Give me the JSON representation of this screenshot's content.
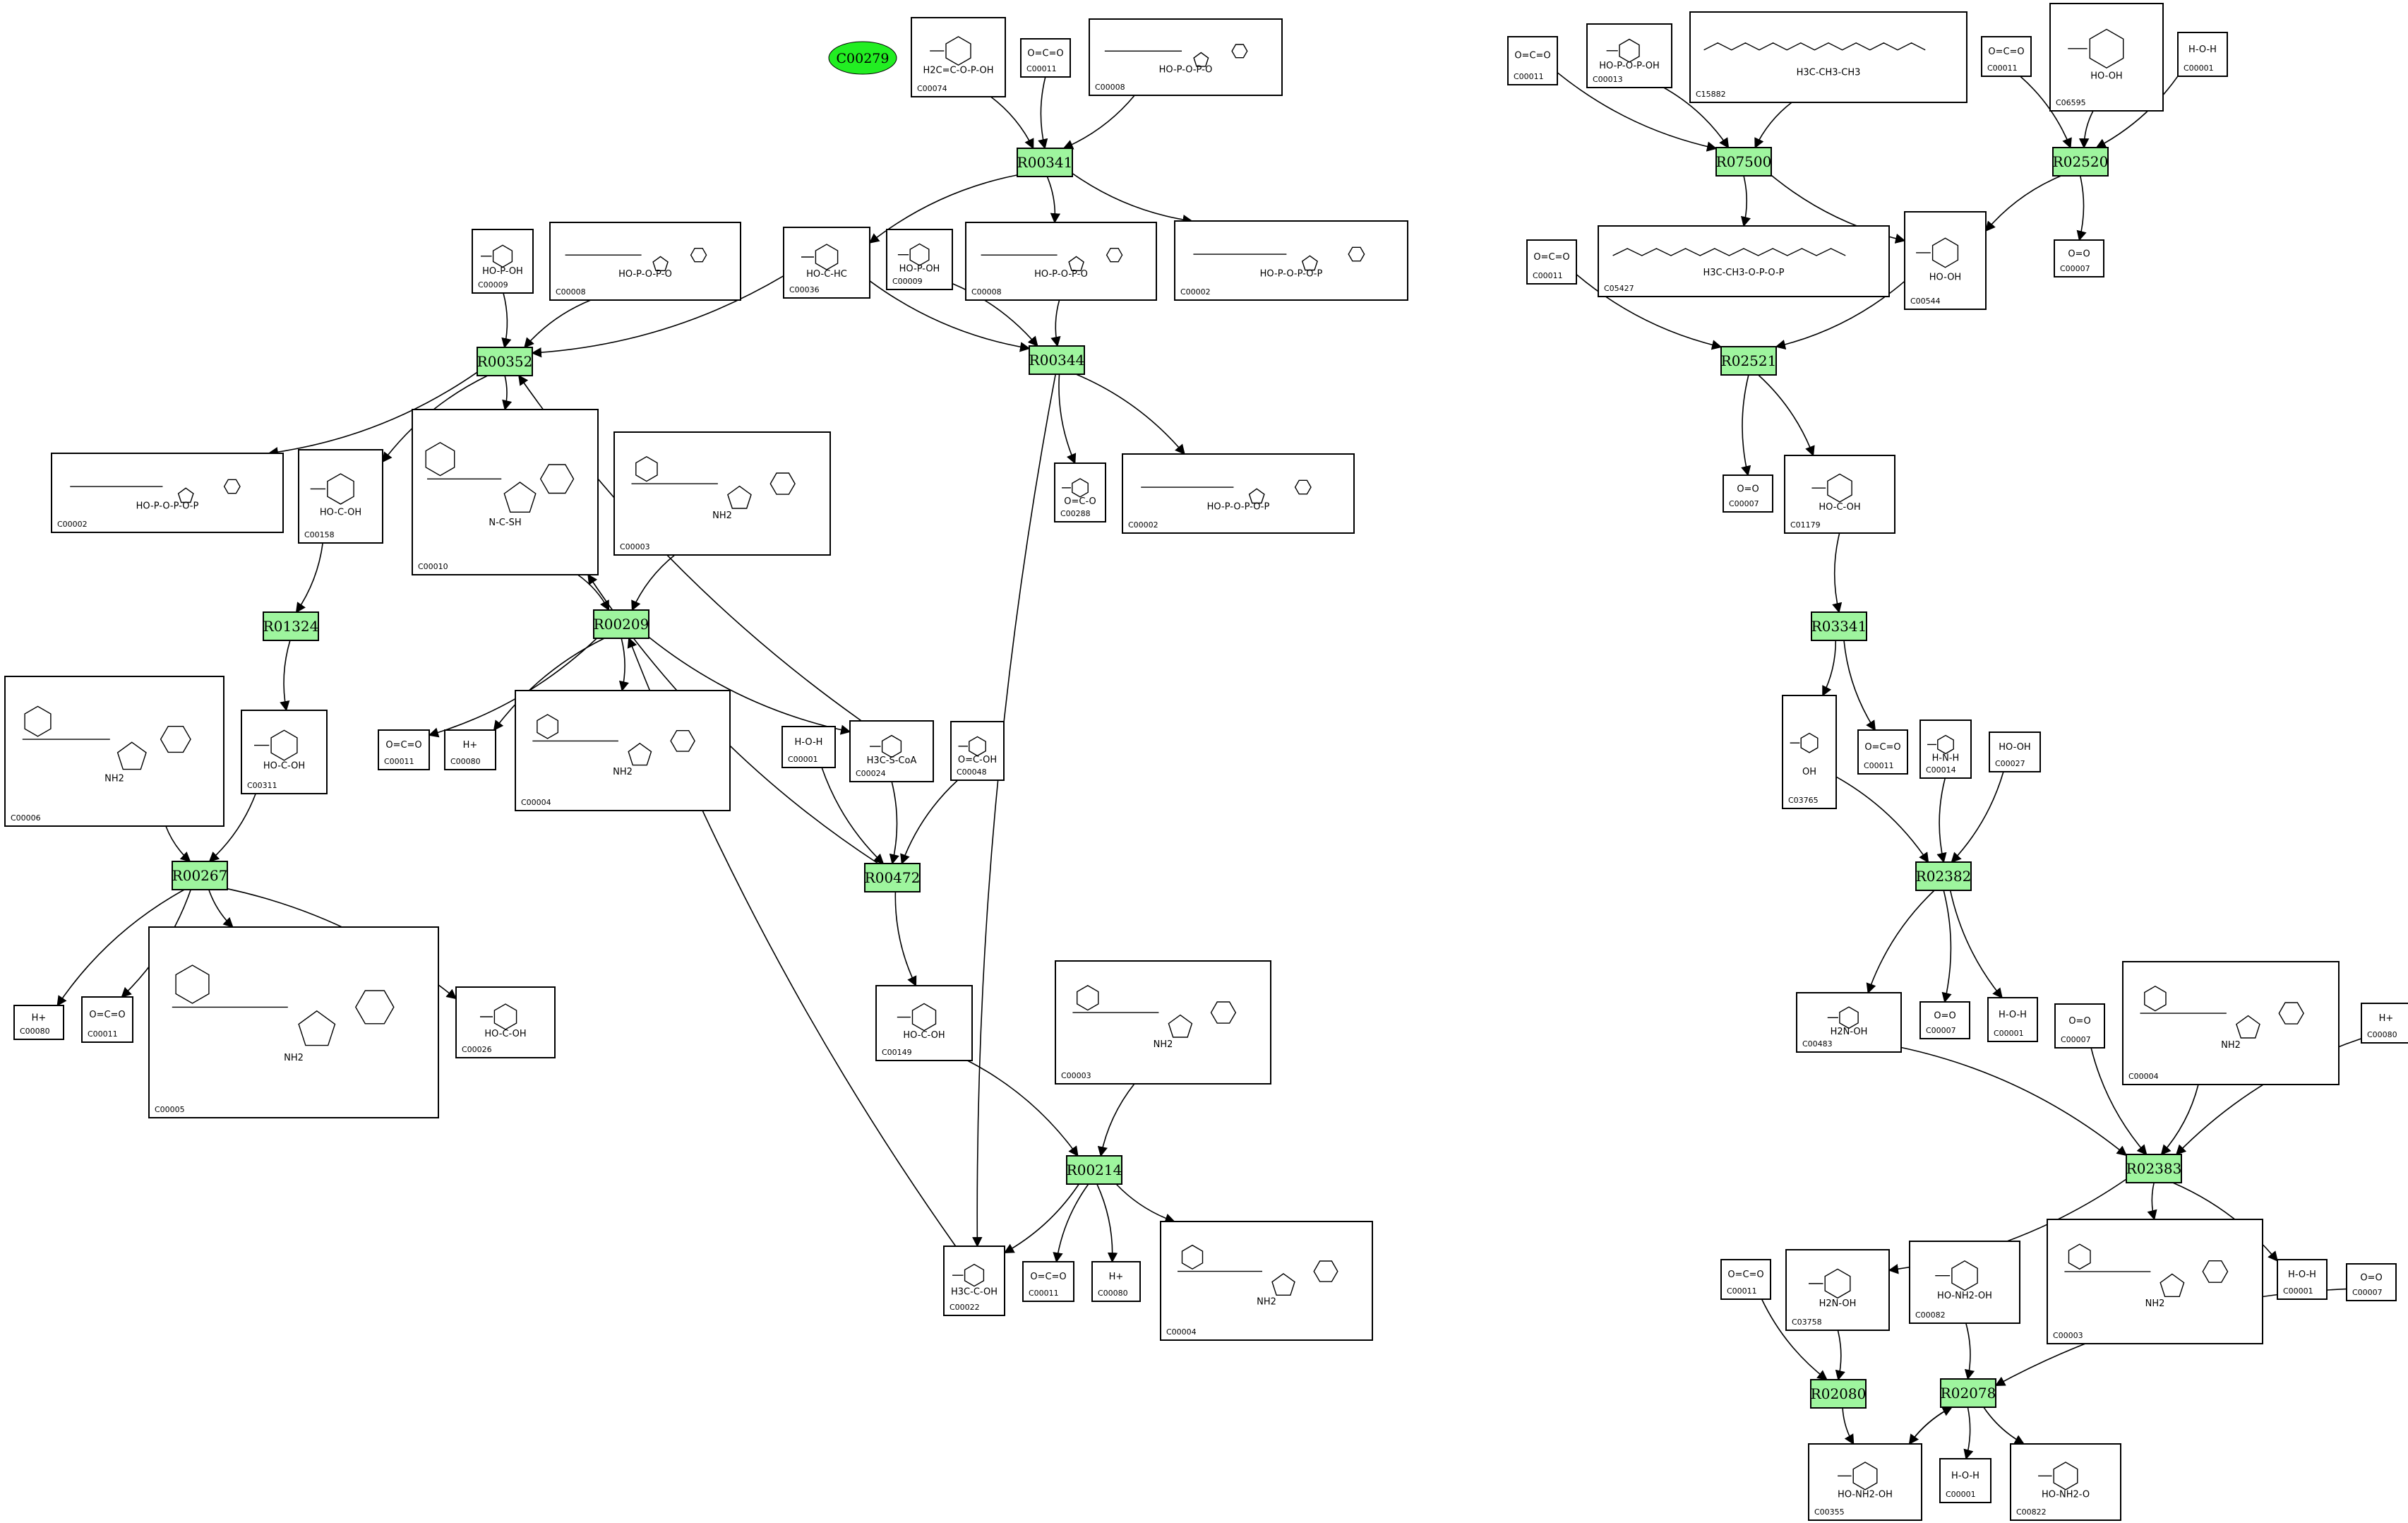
{
  "seed": {
    "id": "C00279"
  },
  "reactions": [
    {
      "key": "R00341",
      "label": "R00341"
    },
    {
      "key": "R00352",
      "label": "R00352"
    },
    {
      "key": "R00344",
      "label": "R00344"
    },
    {
      "key": "R01324",
      "label": "R01324"
    },
    {
      "key": "R00209",
      "label": "R00209"
    },
    {
      "key": "R00267",
      "label": "R00267"
    },
    {
      "key": "R00472",
      "label": "R00472"
    },
    {
      "key": "R00214",
      "label": "R00214"
    },
    {
      "key": "R07500",
      "label": "R07500"
    },
    {
      "key": "R02520",
      "label": "R02520"
    },
    {
      "key": "R02521",
      "label": "R02521"
    },
    {
      "key": "R03341",
      "label": "R03341"
    },
    {
      "key": "R02382",
      "label": "R02382"
    },
    {
      "key": "R02383",
      "label": "R02383"
    },
    {
      "key": "R02080",
      "label": "R02080"
    },
    {
      "key": "R02078",
      "label": "R02078"
    }
  ],
  "compounds": [
    {
      "key": "a74",
      "id": "C00074",
      "formula": "H2C=C-O-P-OH"
    },
    {
      "key": "a11",
      "id": "C00011",
      "formula": "O=C=O"
    },
    {
      "key": "a08",
      "id": "C00008",
      "formula": "HO-P-O-P-O"
    },
    {
      "key": "b09",
      "id": "C00009",
      "formula": "HO-P-OH"
    },
    {
      "key": "b08",
      "id": "C00008",
      "formula": "HO-P-O-P-O"
    },
    {
      "key": "b36",
      "id": "C00036",
      "formula": "HO-C-HC"
    },
    {
      "key": "c09",
      "id": "C00009",
      "formula": "HO-P-OH"
    },
    {
      "key": "c08",
      "id": "C00008",
      "formula": "HO-P-O-P-O"
    },
    {
      "key": "c02",
      "id": "C00002",
      "formula": "HO-P-O-P-O-P"
    },
    {
      "key": "d02",
      "id": "C00002",
      "formula": "HO-P-O-P-O-P"
    },
    {
      "key": "d158",
      "id": "C00158",
      "formula": "HO-C-OH"
    },
    {
      "key": "d10",
      "id": "C00010",
      "formula": "N-C-SH"
    },
    {
      "key": "d03",
      "id": "C00003",
      "formula": "NH2"
    },
    {
      "key": "d288",
      "id": "C00288",
      "formula": "O=C-O"
    },
    {
      "key": "d02b",
      "id": "C00002",
      "formula": "HO-P-O-P-O-P"
    },
    {
      "key": "e06",
      "id": "C00006",
      "formula": "NH2"
    },
    {
      "key": "e311",
      "id": "C00311",
      "formula": "HO-C-OH"
    },
    {
      "key": "e11",
      "id": "C00011",
      "formula": "O=C=O"
    },
    {
      "key": "e80",
      "id": "C00080",
      "formula": "H+"
    },
    {
      "key": "e04",
      "id": "C00004",
      "formula": "NH2"
    },
    {
      "key": "e01",
      "id": "C00001",
      "formula": "H-O-H"
    },
    {
      "key": "e24",
      "id": "C00024",
      "formula": "H3C-S-CoA"
    },
    {
      "key": "e48",
      "id": "C00048",
      "formula": "O=C-OH"
    },
    {
      "key": "f80",
      "id": "C00080",
      "formula": "H+"
    },
    {
      "key": "f11",
      "id": "C00011",
      "formula": "O=C=O"
    },
    {
      "key": "f05",
      "id": "C00005",
      "formula": "NH2"
    },
    {
      "key": "f26",
      "id": "C00026",
      "formula": "HO-C-OH"
    },
    {
      "key": "f149",
      "id": "C00149",
      "formula": "HO-C-OH"
    },
    {
      "key": "f03",
      "id": "C00003",
      "formula": "NH2"
    },
    {
      "key": "g22",
      "id": "C00022",
      "formula": "H3C-C-OH"
    },
    {
      "key": "g11",
      "id": "C00011",
      "formula": "O=C=O"
    },
    {
      "key": "g80",
      "id": "C00080",
      "formula": "H+"
    },
    {
      "key": "g04",
      "id": "C00004",
      "formula": "NH2"
    },
    {
      "key": "h11",
      "id": "C00011",
      "formula": "O=C=O"
    },
    {
      "key": "h13",
      "id": "C00013",
      "formula": "HO-P-O-P-OH"
    },
    {
      "key": "h15882",
      "id": "C15882",
      "formula": "H3C-CH3-CH3"
    },
    {
      "key": "h11b",
      "id": "C00011",
      "formula": "O=C=O"
    },
    {
      "key": "h6595",
      "id": "C06595",
      "formula": "HO-OH"
    },
    {
      "key": "h01",
      "id": "C00001",
      "formula": "H-O-H"
    },
    {
      "key": "i11",
      "id": "C00011",
      "formula": "O=C=O"
    },
    {
      "key": "i5427",
      "id": "C05427",
      "formula": "H3C-CH3-O-P-O-P"
    },
    {
      "key": "i544",
      "id": "C00544",
      "formula": "HO-OH"
    },
    {
      "key": "i07",
      "id": "C00007",
      "formula": "O=O"
    },
    {
      "key": "j07",
      "id": "C00007",
      "formula": "O=O"
    },
    {
      "key": "j1179",
      "id": "C01179",
      "formula": "HO-C-OH"
    },
    {
      "key": "k3765",
      "id": "C03765",
      "formula": "OH"
    },
    {
      "key": "k11",
      "id": "C00011",
      "formula": "O=C=O"
    },
    {
      "key": "k14",
      "id": "C00014",
      "formula": "H-N-H"
    },
    {
      "key": "k27",
      "id": "C00027",
      "formula": "HO-OH"
    },
    {
      "key": "l483",
      "id": "C00483",
      "formula": "H2N-OH"
    },
    {
      "key": "l07",
      "id": "C00007",
      "formula": "O=O"
    },
    {
      "key": "l01",
      "id": "C00001",
      "formula": "H-O-H"
    },
    {
      "key": "l07b",
      "id": "C00007",
      "formula": "O=O"
    },
    {
      "key": "l04",
      "id": "C00004",
      "formula": "NH2"
    },
    {
      "key": "l80",
      "id": "C00080",
      "formula": "H+"
    },
    {
      "key": "m11",
      "id": "C00011",
      "formula": "O=C=O"
    },
    {
      "key": "m3758",
      "id": "C03758",
      "formula": "H2N-OH"
    },
    {
      "key": "m82",
      "id": "C00082",
      "formula": "HO-NH2-OH"
    },
    {
      "key": "m03",
      "id": "C00003",
      "formula": "NH2"
    },
    {
      "key": "m01",
      "id": "C00001",
      "formula": "H-O-H"
    },
    {
      "key": "m07",
      "id": "C00007",
      "formula": "O=O"
    },
    {
      "key": "n355",
      "id": "C00355",
      "formula": "HO-NH2-OH"
    },
    {
      "key": "n01",
      "id": "C00001",
      "formula": "H-O-H"
    },
    {
      "key": "n822",
      "id": "C00822",
      "formula": "HO-NH2-O"
    }
  ]
}
